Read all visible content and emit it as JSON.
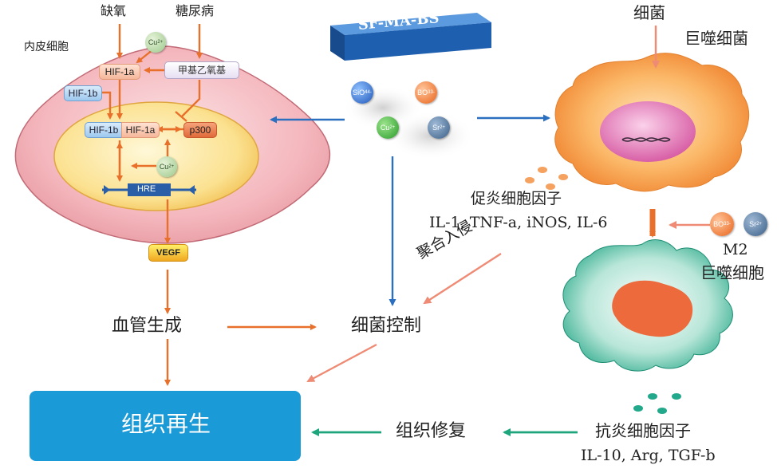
{
  "stimuli": {
    "hypoxia": "缺氧",
    "diabetes": "糖尿病"
  },
  "endothelial": {
    "cell_label": "内皮细胞",
    "hif1a": "HIF-1a",
    "hif1b": "HIF-1b",
    "complex_hif1b": "HIF-1b",
    "complex_hif1a": "HIF-1a",
    "p300": "p300",
    "methylglyoxal": "甲基乙氧基",
    "hre": "HRE",
    "vegf": "VEGF",
    "cu_top": "Cu",
    "cu_top_charge": "2+",
    "cu_nucleus": "Cu",
    "cu_nucleus_charge": "2+"
  },
  "material": {
    "label": "SF-MA-BS"
  },
  "ions": {
    "sio4": {
      "base": "SiO",
      "sub": "4",
      "sup": "4-"
    },
    "bo3": {
      "base": "BO",
      "sub": "3",
      "sup": "3-"
    },
    "cu": {
      "base": "Cu",
      "sup": "2+"
    },
    "sr": {
      "base": "Sr",
      "sup": "2+"
    },
    "bo3_right": {
      "base": "BO",
      "sub": "3",
      "sup": "3-"
    },
    "sr_right": {
      "base": "Sr",
      "sup": "2+"
    }
  },
  "macrophage": {
    "bacteria": "细菌",
    "macrophage": "巨噬细菌",
    "pro_cytokines": "促炎细胞因子",
    "pro_cytokine_list": "IL-1, TNF-a, iNOS, IL-6",
    "m2_line1": "M2",
    "m2_line2": "巨噬细胞",
    "anti_cytokines": "抗炎细胞因子",
    "anti_cytokine_list": "IL-10, Arg, TGF-b"
  },
  "outcomes": {
    "polymerization": "聚合入侵",
    "angiogenesis": "血管生成",
    "bacterial_control": "细菌控制",
    "tissue_repair": "组织修复",
    "tissue_regeneration": "组织再生"
  },
  "colors": {
    "orange_arrow": "#e8702a",
    "blue_arrow": "#2a6fc0",
    "teal_arrow": "#1fa57c",
    "salmon_arrow": "#ef8a74",
    "regen_box": "#1a9ad6"
  }
}
